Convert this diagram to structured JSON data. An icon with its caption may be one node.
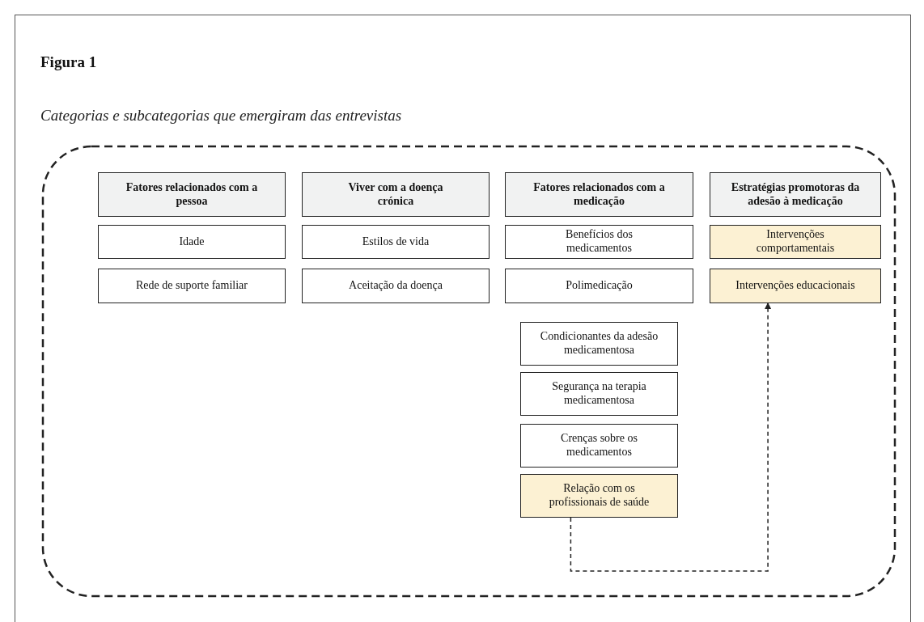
{
  "diagram": {
    "title": "Figura 1",
    "caption": "Categorias e subcategorias que emergiram das entrevistas",
    "nodes": [
      {
        "text": [
          "Fatores relacionados com a pessoa"
        ]
      },
      {
        "text": [
          "Idade"
        ]
      },
      {
        "text": [
          "Rede de suporte familiar"
        ]
      },
      {
        "text": [
          "Viver com a doença crónica"
        ]
      },
      {
        "text": [
          "Estilos de vida"
        ]
      },
      {
        "text": [
          "Aceitação da doença"
        ]
      },
      {
        "text": [
          "Fatores relacionados com a medicação"
        ]
      },
      {
        "text": [
          "Benefícios dos medicamentos"
        ]
      },
      {
        "text": [
          "Polimedicação"
        ]
      },
      {
        "text": [
          "Condicionantes da adesão medicamentosa"
        ]
      },
      {
        "text": [
          "Segurança na terapia medicamentosa"
        ]
      },
      {
        "text": [
          "Crenças sobre os medicamentos"
        ]
      },
      {
        "text": [
          "Relação com os profissionais de saúde"
        ]
      },
      {
        "text": [
          "Estratégias promotoras da adesão à medicação"
        ]
      },
      {
        "text": [
          "Intervenções comportamentais"
        ]
      },
      {
        "text": [
          "Intervenções educacionais"
        ]
      }
    ],
    "edges": [
      {
        "from": 12,
        "to": 15,
        "arrow": "to",
        "style": "dashed"
      }
    ]
  }
}
